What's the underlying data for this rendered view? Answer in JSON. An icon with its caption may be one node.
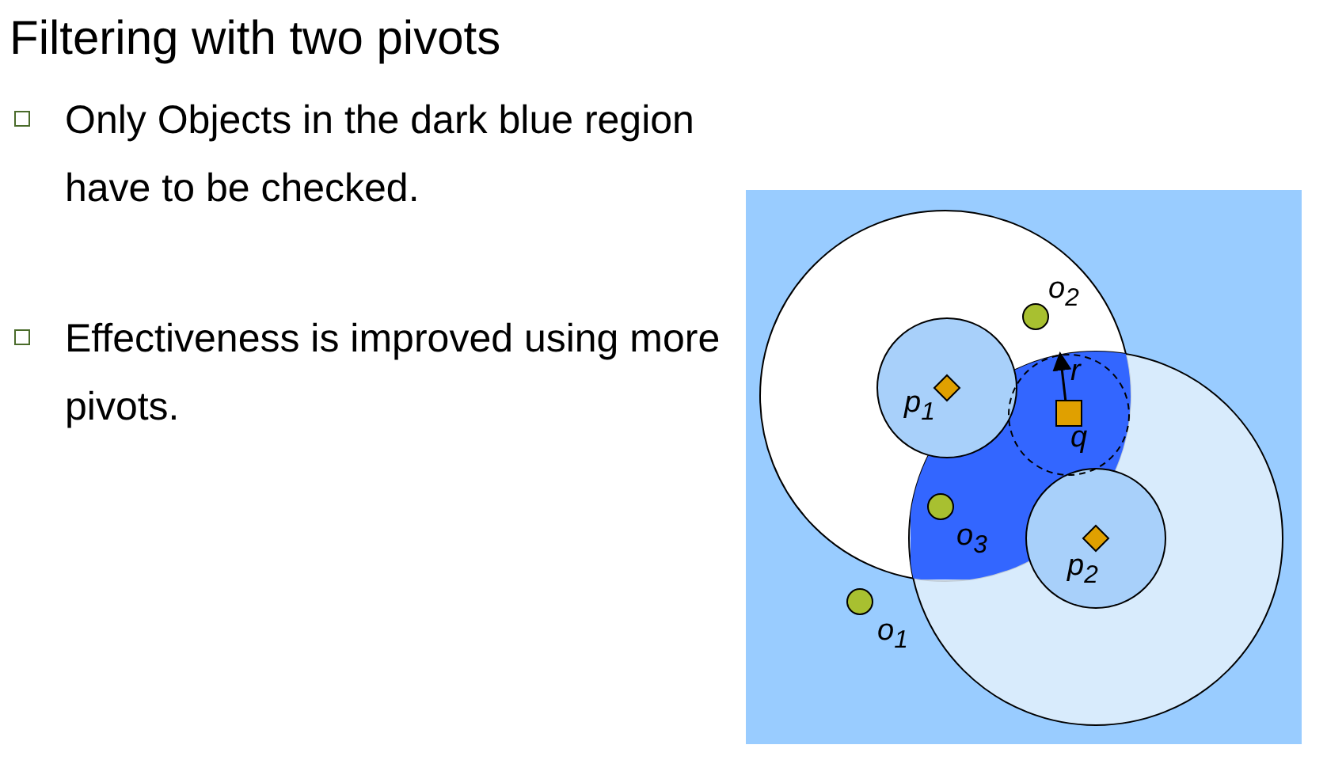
{
  "diagram": {
    "title": "Filtering with two pivots",
    "labels": [
      "Only Objects in the dark blue region have to be checked.",
      "Effectiveness is improved using more pivots.",
      "o$_{2}$",
      "r",
      "p$_{1}$",
      "q",
      "o$_{3}$",
      "p$_{2}$",
      "o$_{1}$"
    ]
  }
}
